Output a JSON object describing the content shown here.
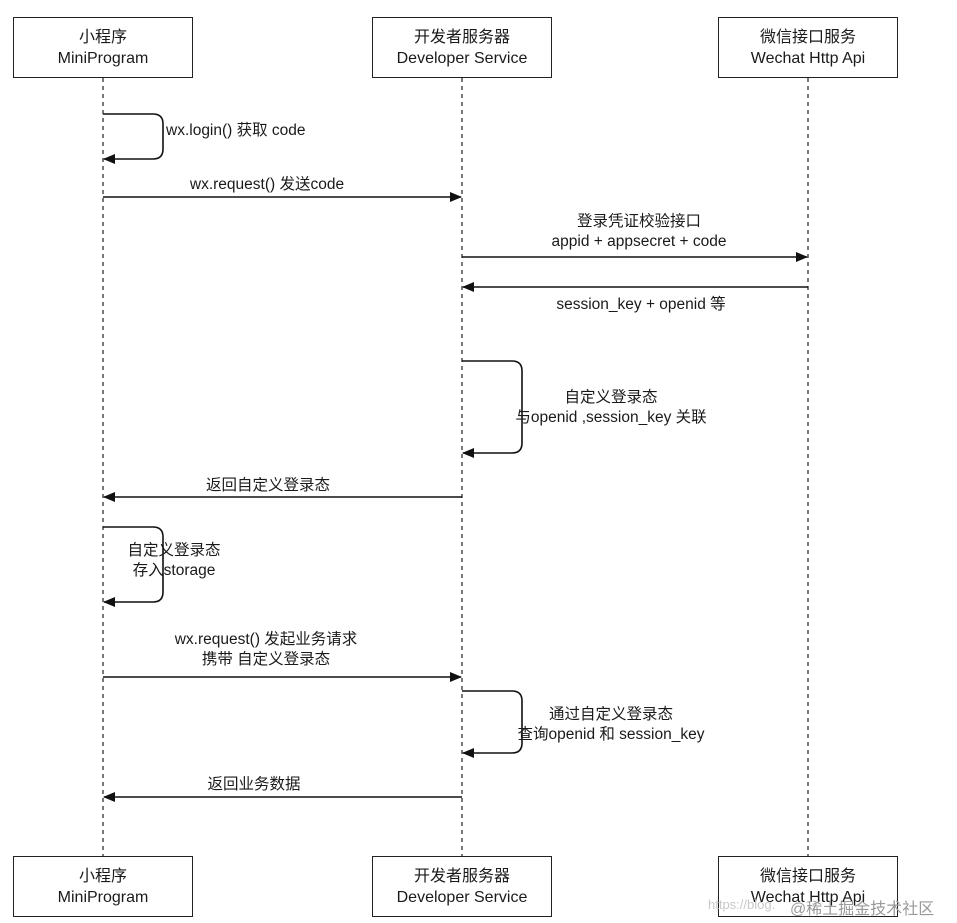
{
  "participants": [
    {
      "id": "mini",
      "name_cn": "小程序",
      "name_en": "MiniProgram"
    },
    {
      "id": "dev",
      "name_cn": "开发者服务器",
      "name_en": "Developer Service"
    },
    {
      "id": "wx",
      "name_cn": "微信接口服务",
      "name_en": "Wechat Http Api"
    }
  ],
  "messages": [
    {
      "id": "m1",
      "kind": "self",
      "from": "mini",
      "label": "wx.login() 获取 code"
    },
    {
      "id": "m2",
      "kind": "arrow",
      "from": "mini",
      "to": "dev",
      "label": "wx.request() 发送code"
    },
    {
      "id": "m3",
      "kind": "arrow",
      "from": "dev",
      "to": "wx",
      "line1": "登录凭证校验接口",
      "line2": "appid + appsecret + code"
    },
    {
      "id": "m4",
      "kind": "arrow",
      "from": "wx",
      "to": "dev",
      "label": "session_key + openid 等"
    },
    {
      "id": "m5",
      "kind": "self",
      "from": "dev",
      "line1": "自定义登录态",
      "line2": "与openid ,session_key 关联"
    },
    {
      "id": "m6",
      "kind": "arrow",
      "from": "dev",
      "to": "mini",
      "label": "返回自定义登录态"
    },
    {
      "id": "m7",
      "kind": "self",
      "from": "mini",
      "line1": "自定义登录态",
      "line2": "存入storage"
    },
    {
      "id": "m8",
      "kind": "arrow",
      "from": "mini",
      "to": "dev",
      "line1": "wx.request() 发起业务请求",
      "line2": "携带 自定义登录态"
    },
    {
      "id": "m9",
      "kind": "self",
      "from": "dev",
      "line1": "通过自定义登录态",
      "line2": "查询openid 和 session_key"
    },
    {
      "id": "m10",
      "kind": "arrow",
      "from": "dev",
      "to": "mini",
      "label": "返回业务数据"
    }
  ],
  "watermark": {
    "url": "https://blog.",
    "credit": "@稀土掘金技术社区"
  }
}
